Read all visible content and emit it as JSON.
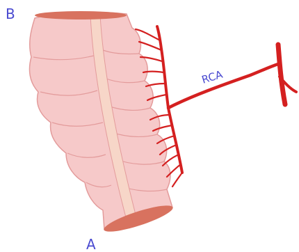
{
  "labels": {
    "end_b": "B",
    "end_a": "A",
    "artery": "RCA"
  },
  "colors": {
    "artery": "#d42020",
    "colon_fill": "#f6c9c9",
    "colon_outline": "#e39b9b",
    "colon_ends": "#d8725f",
    "taenia": "#f7d6c8",
    "label": "#4a4ad0"
  }
}
